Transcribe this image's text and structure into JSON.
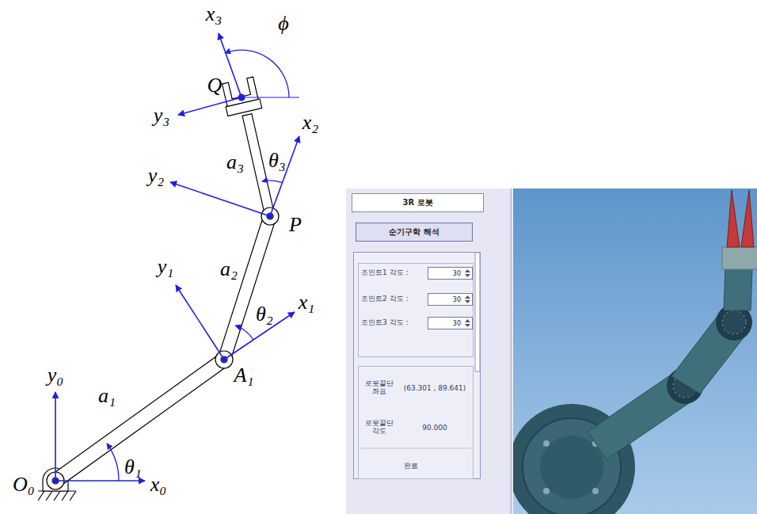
{
  "diagram": {
    "nodes": [
      {
        "text": [
          "3R 로봇"
        ]
      },
      {
        "text": [
          "순기구학 해석"
        ]
      },
      {
        "text": [
          "30"
        ]
      },
      {
        "text": [
          "30"
        ]
      },
      {
        "text": [
          "30"
        ]
      }
    ],
    "labels": [
      "x₃",
      "ϕ",
      "Q",
      "y₃",
      "θ₃",
      "x₂",
      "y₂",
      "a₃",
      "P",
      "a₂",
      "y₁",
      "θ₂",
      "x₁",
      "A₁",
      "y₀",
      "a₁",
      "θ₁",
      "O₀",
      "x₀",
      "조인트1 각도 :",
      "조인트2 각도 :",
      "조인트3 각도 :",
      "로봇끝단 좌표",
      "(63.301 , 89.641)",
      "로봇끝단 각도",
      "90.000",
      "완료"
    ]
  }
}
